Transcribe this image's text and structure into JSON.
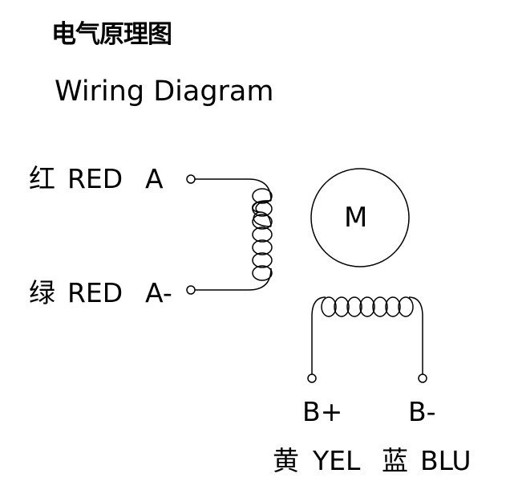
{
  "title": {
    "cn": "电气原理图",
    "en": "Wiring Diagram"
  },
  "motor": {
    "label": "M"
  },
  "phase_a": {
    "start": {
      "cn": "红",
      "color": "RED",
      "terminal": "A"
    },
    "end": {
      "cn": "绿",
      "color": "RED",
      "terminal": "A-"
    }
  },
  "phase_b": {
    "start": {
      "terminal": "B+",
      "cn": "黄",
      "color": "YEL"
    },
    "end": {
      "terminal": "B-",
      "cn": "蓝",
      "color": "BLU"
    }
  }
}
